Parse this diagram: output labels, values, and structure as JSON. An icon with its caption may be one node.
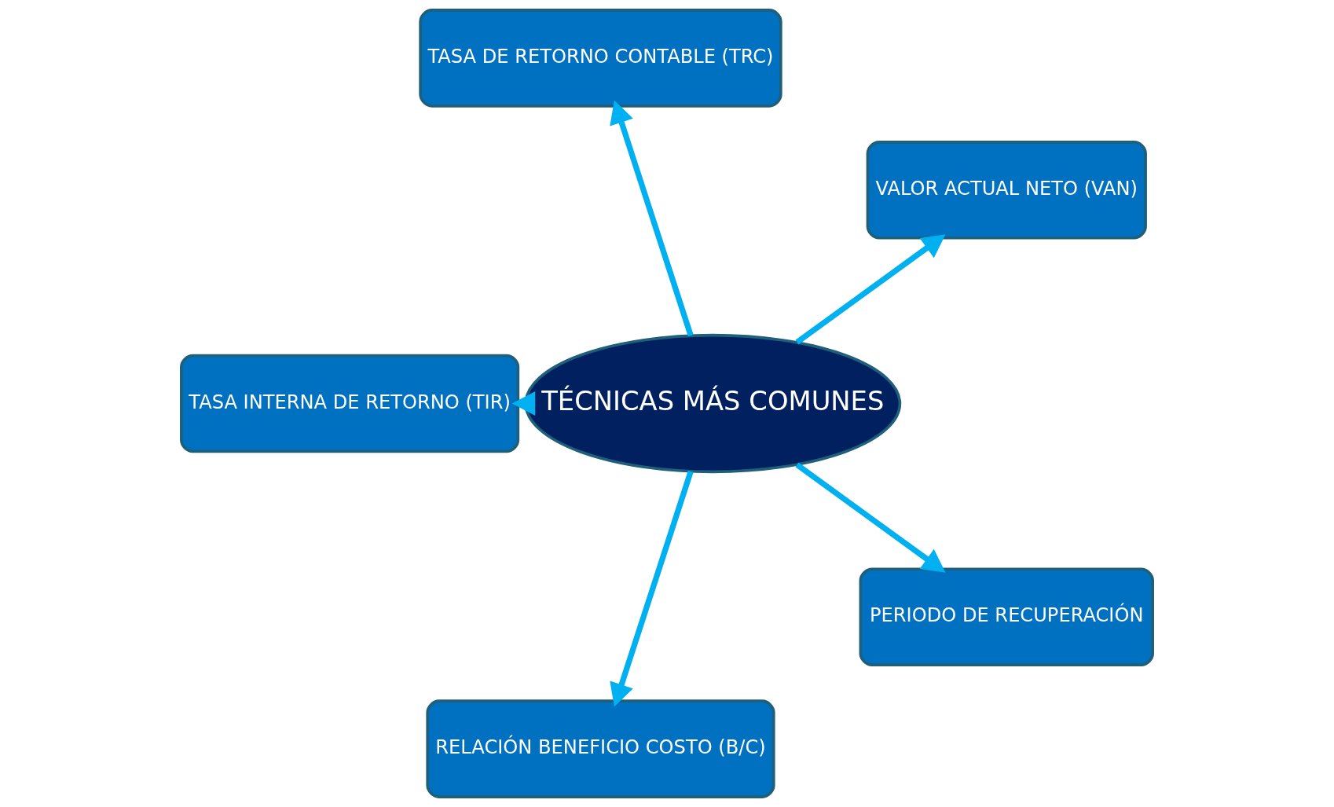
{
  "diagram": {
    "nodes": [
      {
        "text": [
          "VALOR ACTUAL NETO (VAN)"
        ]
      },
      {
        "text": [
          "TASA DE RETORNO CONTABLE (TRC)"
        ]
      },
      {
        "text": [
          "TASA INTERNA DE RETORNO (TIR)"
        ]
      },
      {
        "text": [
          "TÉCNICAS MÁS COMUNES"
        ]
      },
      {
        "text": [
          "RELACIÓN BENEFICIO COSTO (B/C)"
        ]
      },
      {
        "text": [
          "PERIODO DE RECUPERACIÓN"
        ]
      }
    ],
    "edges": [
      {
        "from": 3,
        "to": 0,
        "arrow": "to"
      },
      {
        "from": 3,
        "to": 1,
        "arrow": "to"
      },
      {
        "from": 3,
        "to": 2,
        "arrow": "to"
      },
      {
        "from": 3,
        "to": 4,
        "arrow": "to"
      },
      {
        "from": 3,
        "to": 5,
        "arrow": "to"
      }
    ]
  }
}
